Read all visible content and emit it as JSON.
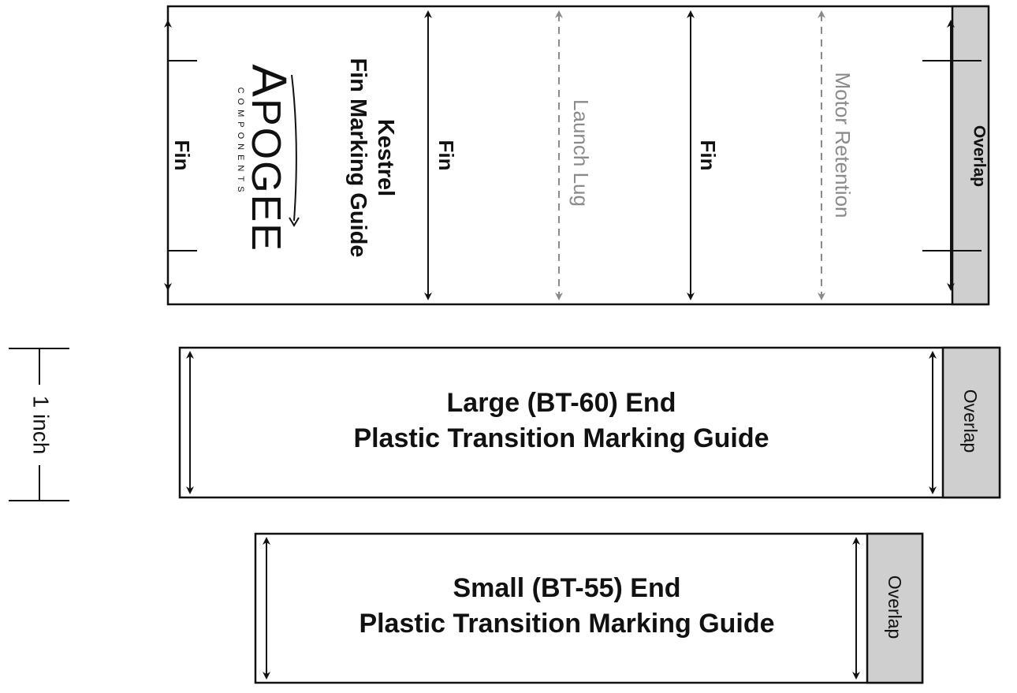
{
  "fin_guide": {
    "title_line1": "Kestrel",
    "title_line2": "Fin Marking Guide",
    "brand_name": "POGEE",
    "brand_initial": "A",
    "brand_tagline": "COMPONENTS",
    "fin_label": "Fin",
    "launch_lug_label": "Launch Lug",
    "motor_retention_label": "Motor Retention",
    "overlap_label": "Overlap"
  },
  "scale": {
    "label": "1 inch"
  },
  "large_guide": {
    "line1": "Large (BT-60) End",
    "line2": "Plastic Transition Marking Guide",
    "overlap_label": "Overlap"
  },
  "small_guide": {
    "line1": "Small (BT-55) End",
    "line2": "Plastic Transition Marking Guide",
    "overlap_label": "Overlap"
  },
  "colors": {
    "stroke": "#111111",
    "dashed": "#8a8a8a",
    "overlap_fill": "#cfcfcf"
  }
}
